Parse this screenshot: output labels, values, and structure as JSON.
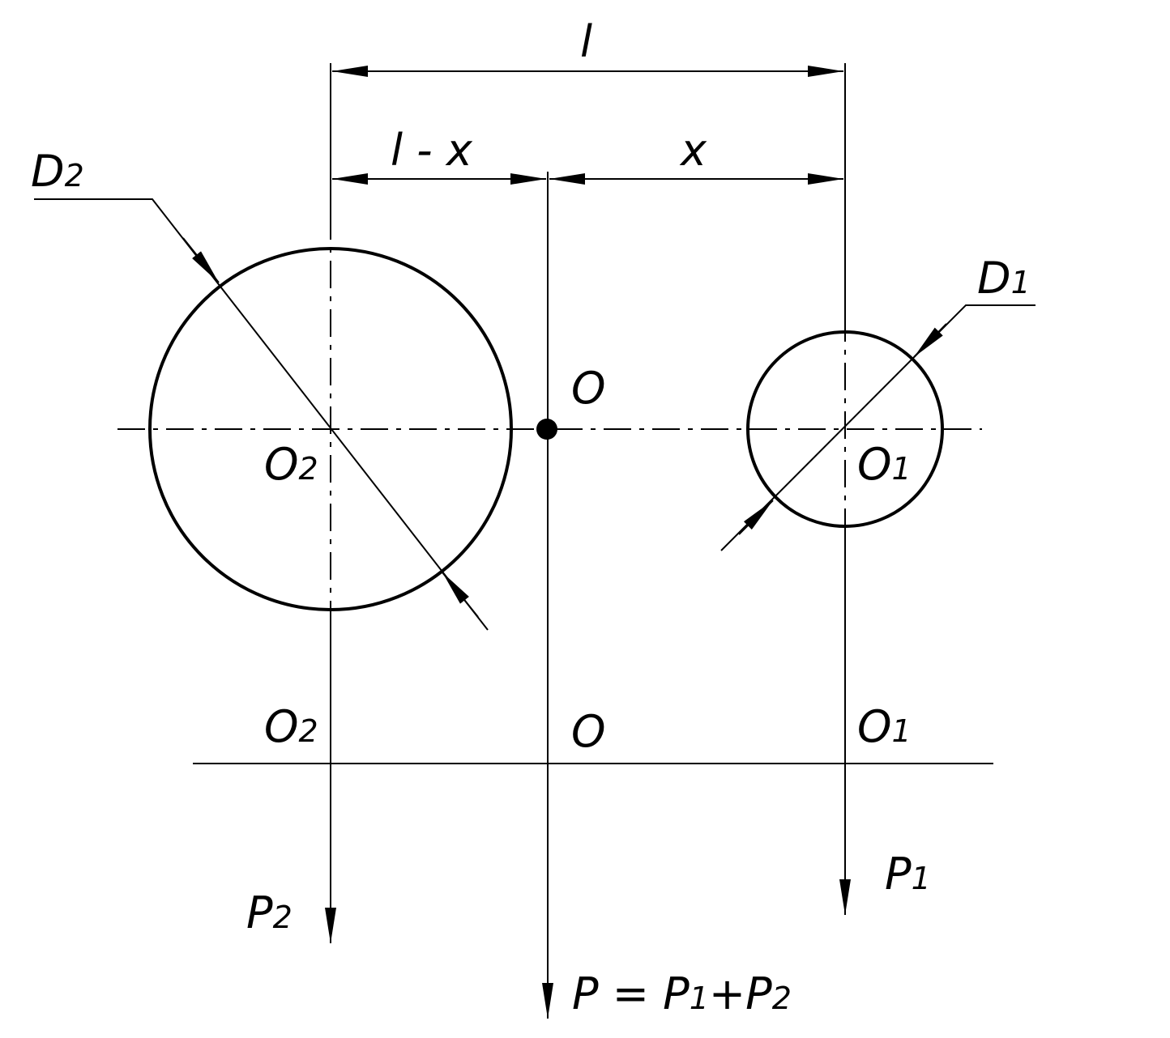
{
  "labels": {
    "l": "l",
    "l_minus_x": "l - x",
    "x": "x",
    "D2_main": "D",
    "D2_sub": "2",
    "D1_main": "D",
    "D1_sub": "1",
    "O_top": "O",
    "O2_top_main": "O",
    "O2_top_sub": "2",
    "O1_top_main": "O",
    "O1_top_sub": "1",
    "O2_bot_main": "O",
    "O2_bot_sub": "2",
    "O_bot": "O",
    "O1_bot_main": "O",
    "O1_bot_sub": "1",
    "P1_main": "P",
    "P1_sub": "1",
    "P2_main": "P",
    "P2_sub": "2",
    "P_main": "P = P",
    "P_sub1": "1",
    "P_plus": "+P",
    "P_sub2": "2"
  },
  "colors": {
    "ink": "#000000",
    "background": "#ffffff"
  }
}
